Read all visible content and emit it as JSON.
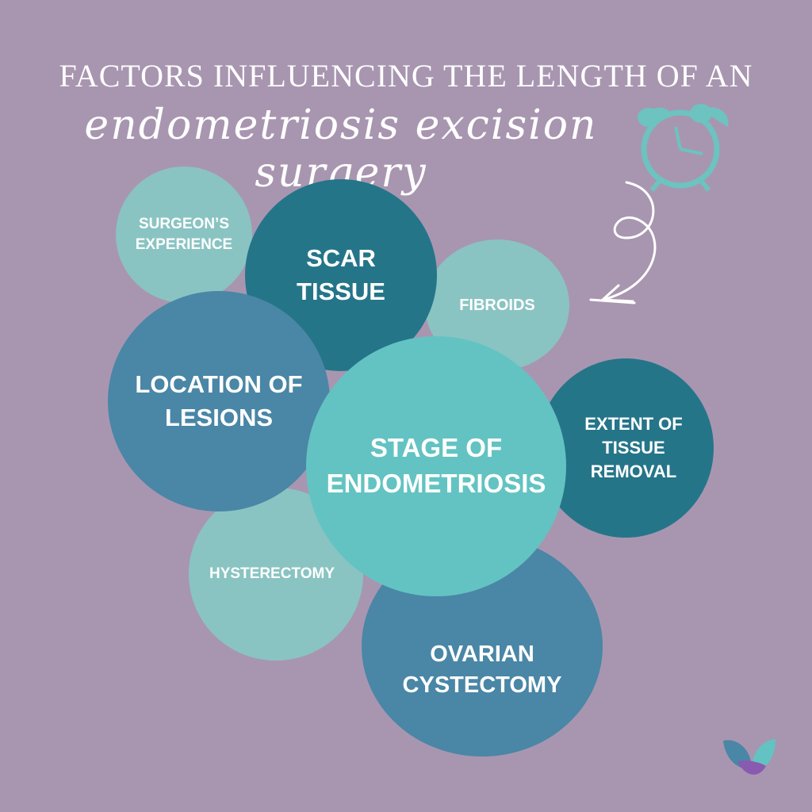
{
  "title": {
    "line1": "FACTORS INFLUENCING THE LENGTH OF AN",
    "line2": "endometriosis excision surgery"
  },
  "bubbles": {
    "surgeon": "SURGEON’S\nEXPERIENCE",
    "scar": "SCAR\nTISSUE",
    "fibroids": "FIBROIDS",
    "location": "LOCATION OF\nLESIONS",
    "stage": "STAGE OF\nENDOMETRIOSIS",
    "extent": "EXTENT OF\nTISSUE\nREMOVAL",
    "hysterectomy": "HYSTERECTOMY",
    "ovarian": "OVARIAN\nCYSTECTOMY"
  },
  "colors": {
    "background": "#a896b0",
    "light": "#89c4c2",
    "dark": "#257589",
    "mid": "#4a86a6",
    "teal": "#63c3c2"
  },
  "icons": [
    "alarm-clock-icon",
    "curly-arrow-icon",
    "butterfly-logo-icon"
  ]
}
